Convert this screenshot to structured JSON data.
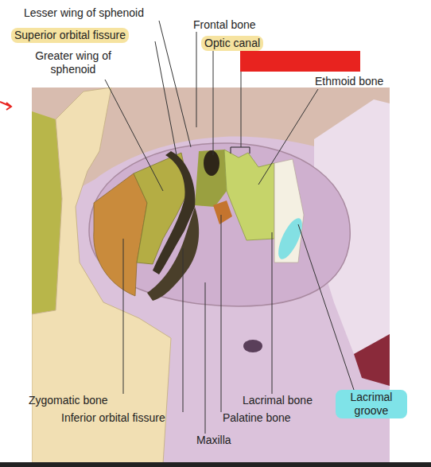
{
  "diagram": {
    "labels": [
      "Lesser wing of sphenoid",
      "Frontal bone",
      "Superior orbital fissure",
      "Optic canal",
      "Greater wing of sphenoid",
      "Ethmoid bone",
      "Zygomatic bone",
      "Inferior orbital fissure",
      "Maxilla",
      "Palatine bone",
      "Lacrimal bone",
      "Lacrimal groove"
    ]
  }
}
